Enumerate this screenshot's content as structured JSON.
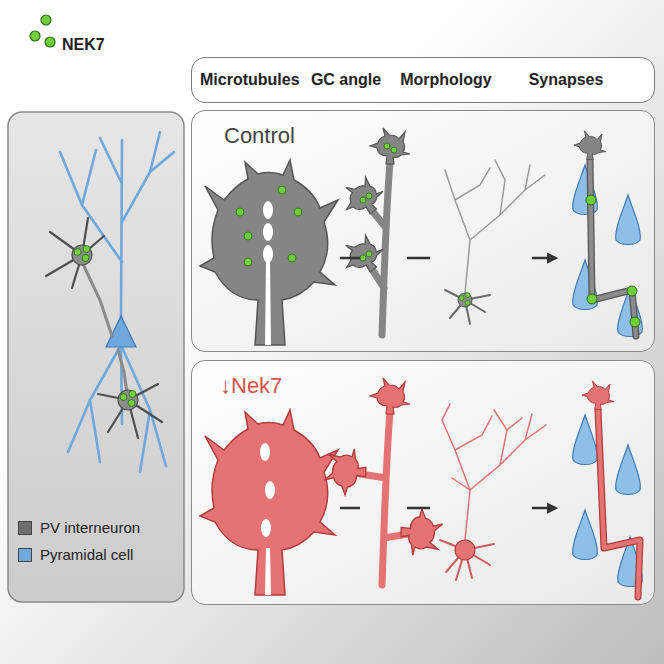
{
  "diagram": {
    "nodes": [
      {
        "text": [
          "Microtubules",
          "GC angle",
          "Morphology",
          "Synapses"
        ]
      },
      {
        "text": [
          "Control"
        ]
      },
      {
        "text": [
          "↓Nek7"
        ]
      }
    ],
    "labels": [
      "NEK7"
    ],
    "legend": [
      {
        "text": "PV interneuron",
        "color": "#6e6e6e"
      },
      {
        "text": "Pyramidal cell",
        "color": "#6fa8dc"
      }
    ]
  }
}
